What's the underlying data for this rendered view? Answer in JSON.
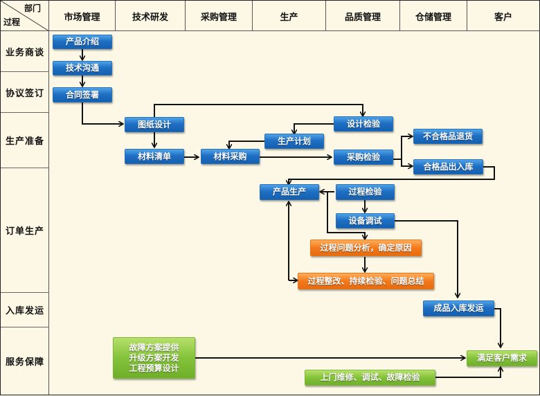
{
  "header": {
    "corner_top": "部门",
    "corner_bottom": "过程",
    "departments": [
      "市场管理",
      "技术研发",
      "采购管理",
      "生产",
      "品质管理",
      "仓储管理",
      "客户"
    ]
  },
  "processes": [
    "业务商谈",
    "协议签订",
    "生产准备",
    "订单生产",
    "入库发运",
    "服务保障"
  ],
  "nodes": {
    "product_intro": "产品介绍",
    "tech_comm": "技术沟通",
    "contract_sign": "合同签署",
    "drawing_design": "图纸设计",
    "material_list": "材料清单",
    "material_purchase": "材料采购",
    "production_plan": "生产计划",
    "design_check": "设计检验",
    "purchase_check": "采购检验",
    "reject_return": "不合格品退货",
    "qualified_stock": "合格品出入库",
    "product_production": "产品生产",
    "process_check": "过程检验",
    "equipment_debug": "设备调试",
    "problem_analysis": "过程问题分析，确定原因",
    "rectify_summary": "过程整改、持续检验、问题总结",
    "finished_shipping": "成品入库发运",
    "fault_solutions_line1": "故障方案提供",
    "fault_solutions_line2": "升级方案开发",
    "fault_solutions_line3": "工程预算设计",
    "meet_demand": "满足客户需求",
    "onsite_repair": "上门维修、调试、故障检验"
  },
  "colors": {
    "blue": "#1f6fc4",
    "orange": "#f27a1c",
    "green": "#84c23a",
    "background": "#fdf8e6"
  }
}
